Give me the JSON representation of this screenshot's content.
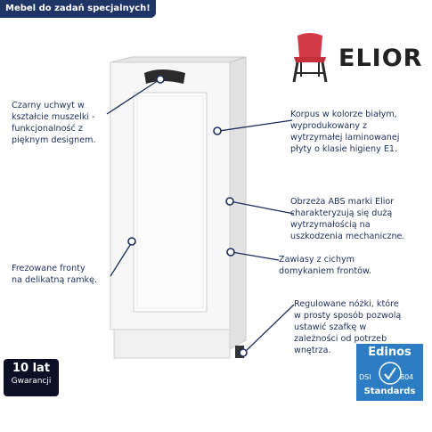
{
  "header": {
    "badge": "Mebel do zadań specjalnych!"
  },
  "brand": {
    "name": "ELIOR",
    "chair_color": "#d23a47"
  },
  "notes": {
    "handle": [
      "Czarny uchwyt w",
      "kształcie muszelki -",
      "funkcjonalność z",
      "pięknym designem."
    ],
    "body": [
      "Korpus w kolorze białym,",
      "wyprodukowany z",
      "wytrzymałej laminowanej",
      "płyty o klasie higieny E1."
    ],
    "edges": [
      "Obrzeża ABS marki Elior",
      "charakteryzują się dużą",
      "wytrzymałością na",
      "uszkodzenia mechaniczne."
    ],
    "fronts": [
      "Frezowane fronty",
      "na delikatną ramkę."
    ],
    "hinges": [
      "Zawiasy z cichym",
      "domykaniem frontów."
    ],
    "feet": [
      "Regulowane nóżki, które",
      "w prosty sposób pozwolą",
      "ustawić szafkę w",
      "zależności od potrzeb",
      "wnętrza."
    ]
  },
  "warranty": {
    "line1": "10 lat",
    "line2": "Gwarancji"
  },
  "certificate": {
    "name": "Edinos",
    "dsi": "DSI",
    "number": "804",
    "standards": "Standards",
    "color": "#2d7dc4"
  },
  "accent_color": "#1e2f5c"
}
